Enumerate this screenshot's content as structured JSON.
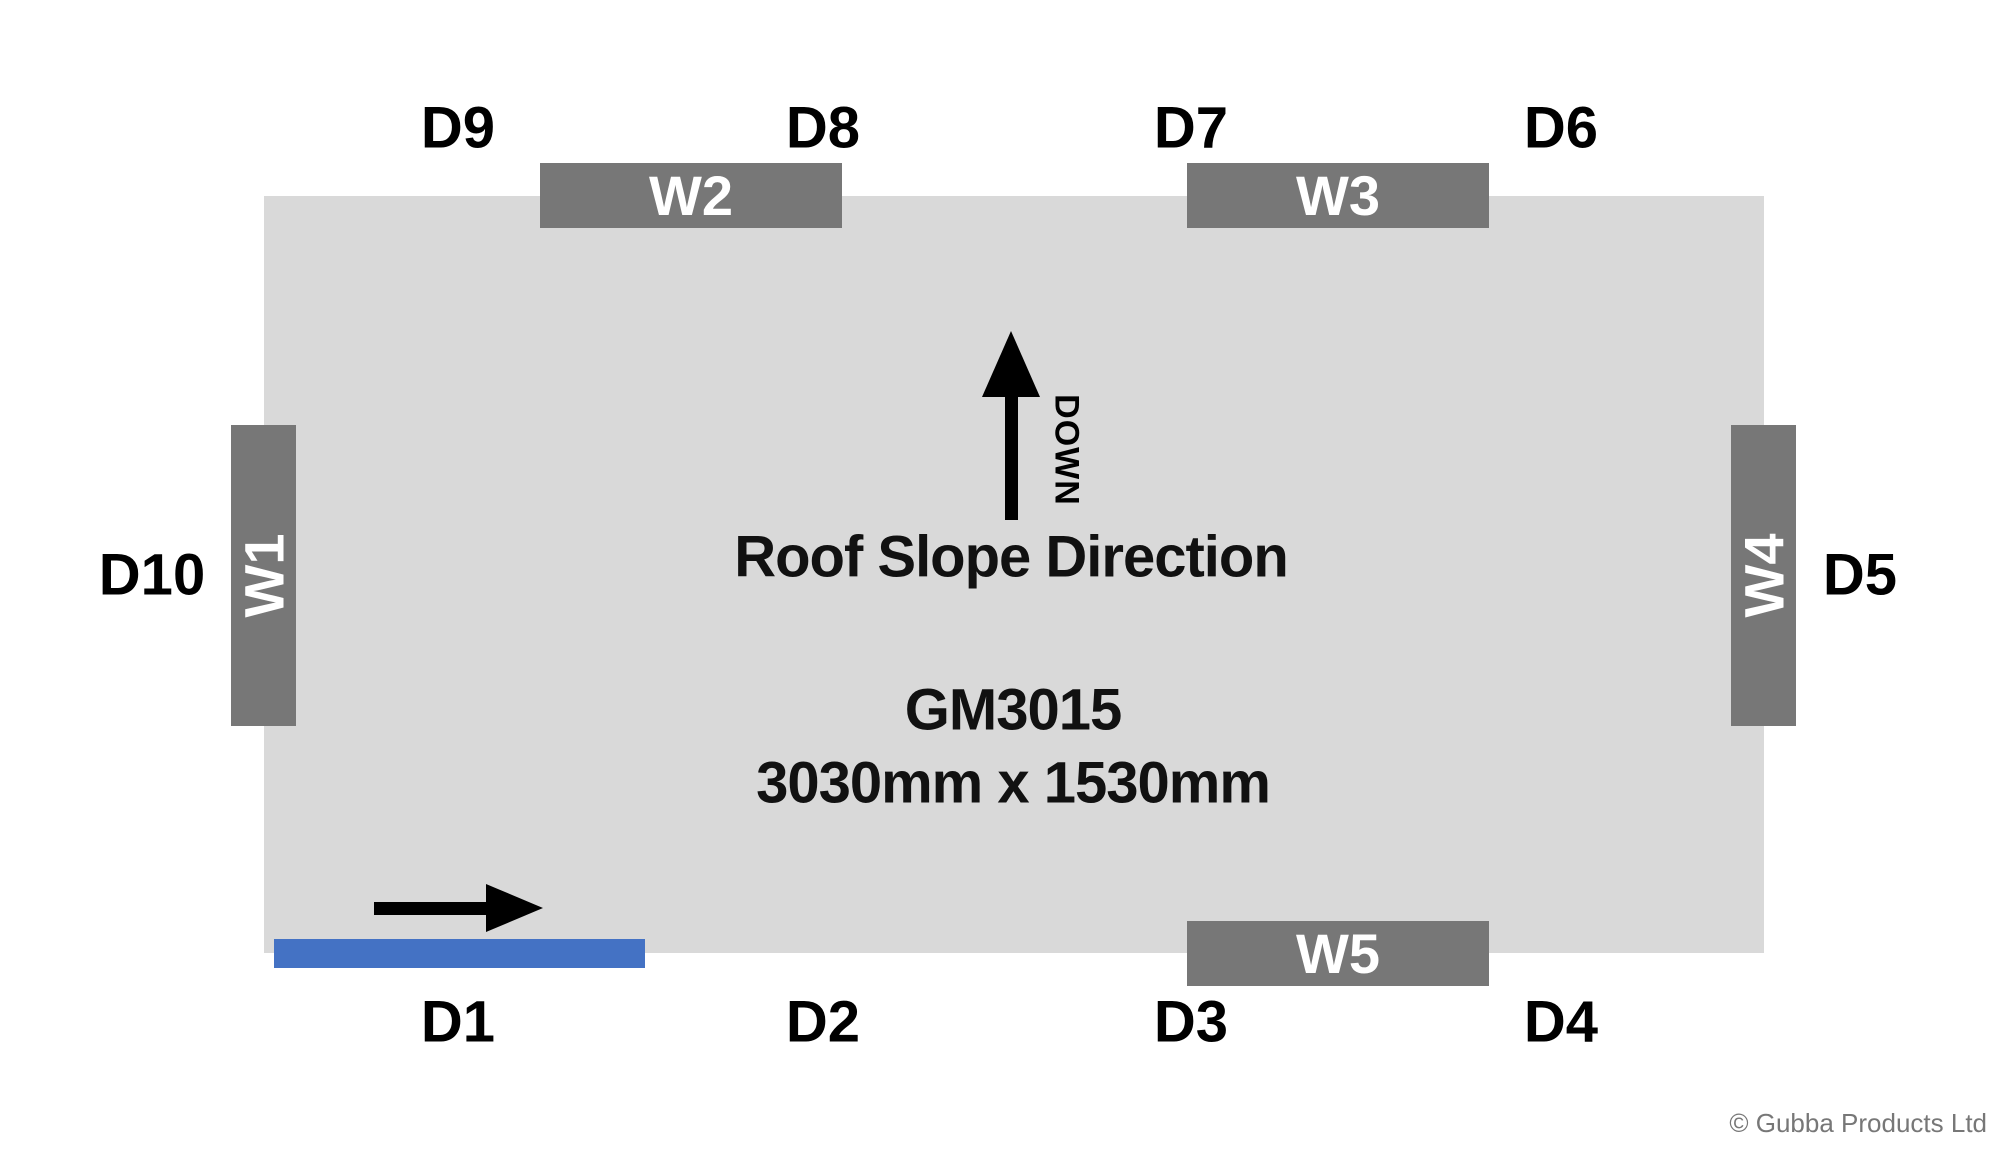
{
  "walls": {
    "w1": "W1",
    "w2": "W2",
    "w3": "W3",
    "w4": "W4",
    "w5": "W5"
  },
  "doors": {
    "d1": "D1",
    "d2": "D2",
    "d3": "D3",
    "d4": "D4",
    "d5": "D5",
    "d6": "D6",
    "d7": "D7",
    "d8": "D8",
    "d9": "D9",
    "d10": "D10"
  },
  "slope": {
    "direction_label": "DOWN",
    "title": "Roof Slope Direction"
  },
  "product": {
    "model": "GM3015",
    "dimensions": "3030mm x 1530mm"
  },
  "copyright": "© Gubba Products Ltd",
  "colors": {
    "panel": "#d9d9d9",
    "wall": "#777777",
    "door_highlight": "#4472c4"
  }
}
